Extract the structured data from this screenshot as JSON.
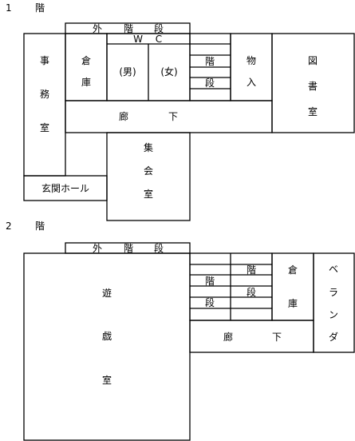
{
  "floor1": {
    "heading_num": "1",
    "heading_kai": "階",
    "outer_stairs": [
      "外",
      "階",
      "段"
    ],
    "wc": [
      "W",
      "C"
    ],
    "office": [
      "事",
      "務",
      "室"
    ],
    "storage": [
      "倉",
      "庫"
    ],
    "men": "(男)",
    "women": "(女)",
    "stairs": [
      "階",
      "段"
    ],
    "goods_entry": [
      "物",
      "入"
    ],
    "library": [
      "図",
      "書",
      "室"
    ],
    "corridor": [
      "廊",
      "下"
    ],
    "assembly": [
      "集",
      "会",
      "室"
    ],
    "entrance": "玄関ホール"
  },
  "floor2": {
    "heading_num": "2",
    "heading_kai": "階",
    "outer_stairs": [
      "外",
      "階",
      "段"
    ],
    "playroom": [
      "遊",
      "戯",
      "室"
    ],
    "stairs_left": [
      "階",
      "段"
    ],
    "stairs_right": [
      "階",
      "段"
    ],
    "storage": [
      "倉",
      "庫"
    ],
    "veranda": [
      "ベ",
      "ラ",
      "ン",
      "ダ"
    ],
    "corridor": [
      "廊",
      "下"
    ]
  }
}
